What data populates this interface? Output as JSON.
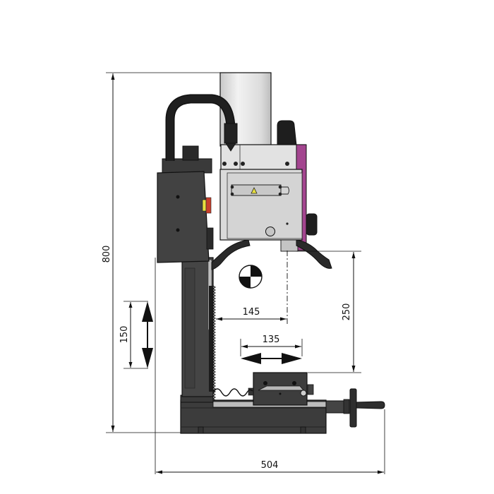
{
  "drawing": {
    "subject": "Bench drilling/milling machine - side view dimension drawing",
    "colors": {
      "background": "#ffffff",
      "body_dark": "#3a3a3a",
      "body_mid": "#4a4a4a",
      "housing_light": "#d6d6d6",
      "housing_lighter": "#e6e6e6",
      "accent_magenta": "#a3458f",
      "warning_yellow": "#e8e040",
      "estop_red": "#c8402c",
      "line": "#111111"
    },
    "dimensions": {
      "total_height": {
        "label": "800",
        "unit": "mm",
        "orientation": "vertical"
      },
      "total_depth": {
        "label": "504",
        "unit": "mm",
        "orientation": "horizontal"
      },
      "throat": {
        "label": "145",
        "unit": "mm",
        "orientation": "horizontal"
      },
      "table_travel_x": {
        "label": "135",
        "unit": "mm",
        "orientation": "horizontal"
      },
      "spindle_to_table": {
        "label": "250",
        "unit": "mm",
        "orientation": "vertical"
      },
      "headstock_travel": {
        "label": "150",
        "unit": "mm",
        "orientation": "vertical"
      }
    },
    "symbols": {
      "center_of_gravity": "center-of-gravity-symbol",
      "warning": "⚠"
    }
  }
}
